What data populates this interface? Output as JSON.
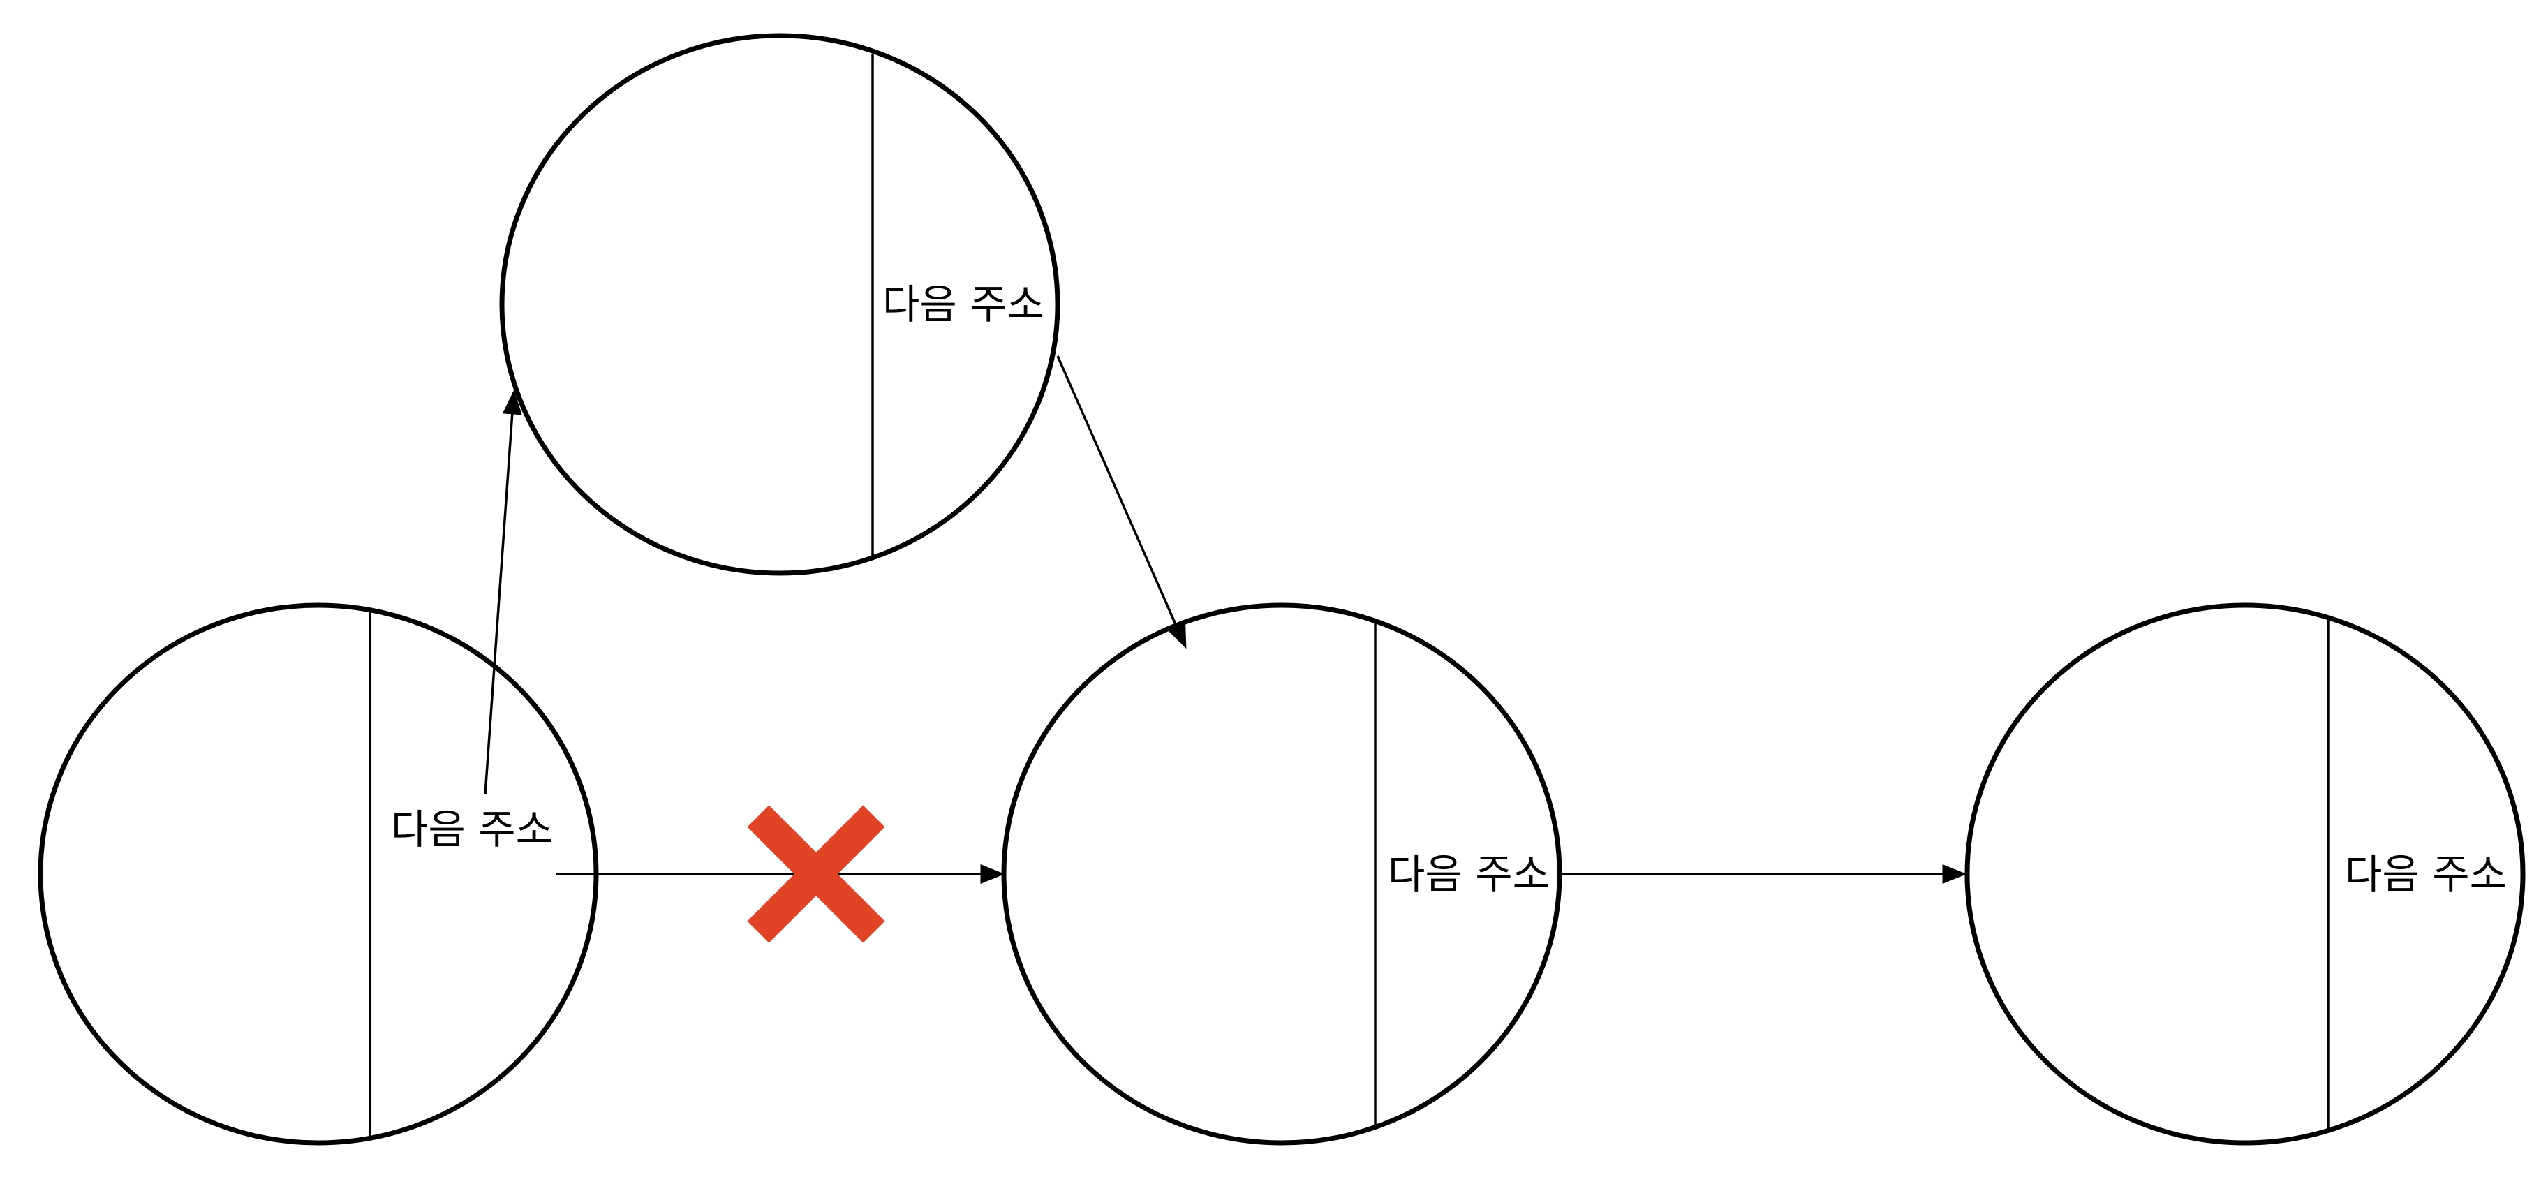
{
  "nodes": [
    {
      "id": "node-top",
      "field_label": "다음 주소"
    },
    {
      "id": "node-a",
      "field_label": "다음 주소"
    },
    {
      "id": "node-b",
      "field_label": "다음 주소"
    },
    {
      "id": "node-c",
      "field_label": "다음 주소"
    }
  ],
  "edges": [
    {
      "from": "node-a",
      "to": "node-top"
    },
    {
      "from": "node-top",
      "to": "node-b"
    },
    {
      "from": "node-a",
      "to": "node-b",
      "removed": true
    },
    {
      "from": "node-b",
      "to": "node-c"
    }
  ],
  "colors": {
    "stroke": "#000000",
    "removed_mark": "#e04325"
  },
  "icons": {
    "removed_link": "cross-mark-icon"
  }
}
